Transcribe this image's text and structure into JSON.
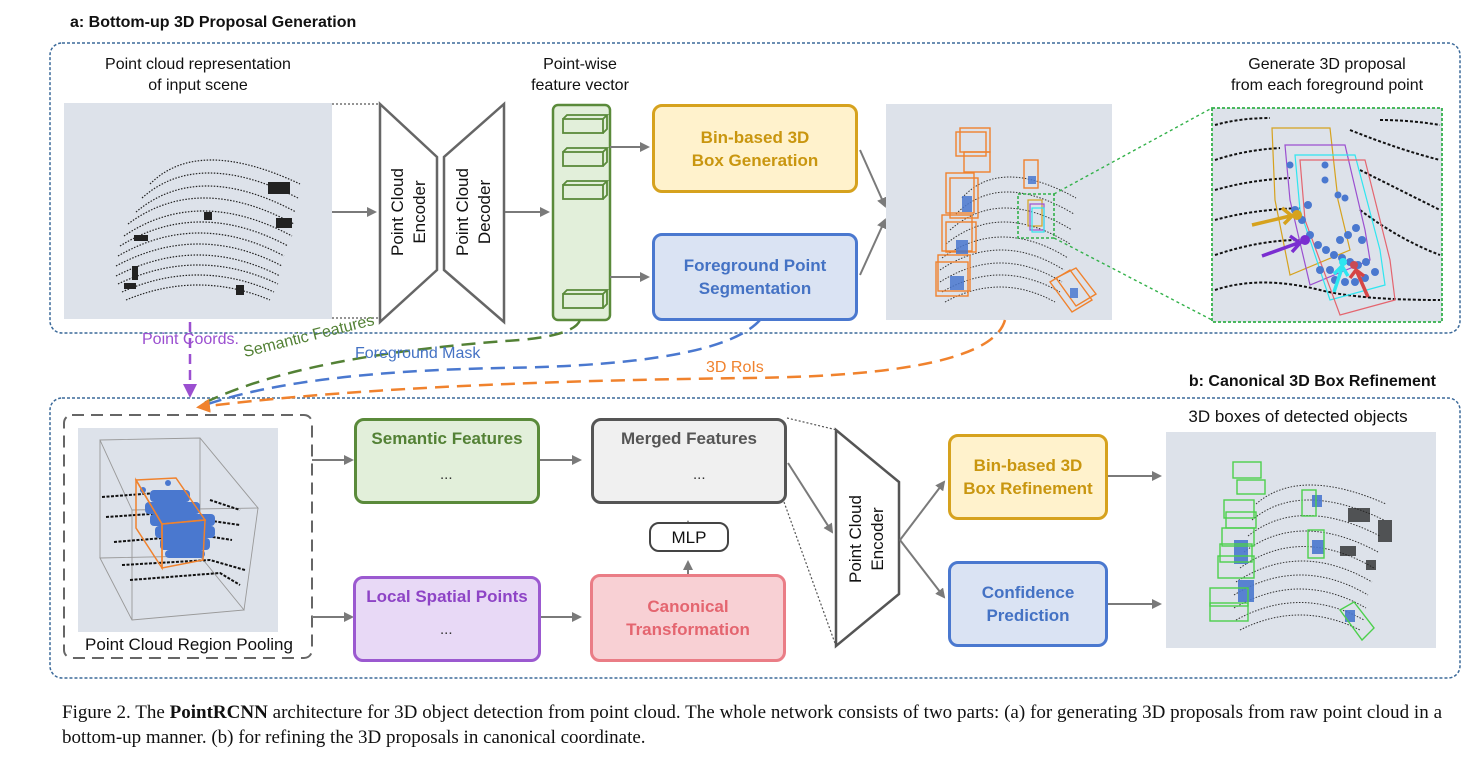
{
  "sections": {
    "a_title": "a: Bottom-up 3D Proposal Generation",
    "b_title": "b: Canonical 3D Box Refinement"
  },
  "stage_a": {
    "input_label_line1": "Point cloud representation",
    "input_label_line2": "of input scene",
    "encoder_line1": "Point Cloud",
    "encoder_line2": "Encoder",
    "decoder_line1": "Point Cloud",
    "decoder_line2": "Decoder",
    "feature_label_line1": "Point-wise",
    "feature_label_line2": "feature vector",
    "box_generation_line1": "Bin-based 3D",
    "box_generation_line2": "Box Generation",
    "segmentation_line1": "Foreground Point",
    "segmentation_line2": "Segmentation",
    "proposal_label_line1": "Generate 3D proposal",
    "proposal_label_line2": "from each foreground point"
  },
  "connectors": {
    "point_coords": "Point Coords.",
    "semantic_features": "Semantic Features",
    "foreground_mask": "Foreground Mask",
    "rois": "3D RoIs"
  },
  "stage_b": {
    "pooling_label": "Point Cloud Region Pooling",
    "semantic_features": "Semantic Features",
    "local_spatial_points": "Local Spatial Points",
    "merged_features": "Merged Features",
    "mlp": "MLP",
    "canonical_line1": "Canonical",
    "canonical_line2": "Transformation",
    "encoder_line1": "Point Cloud",
    "encoder_line2": "Encoder",
    "refinement_line1": "Bin-based 3D",
    "refinement_line2": "Box Refinement",
    "confidence_line1": "Confidence",
    "confidence_line2": "Prediction",
    "output_label": "3D boxes of detected objects",
    "ellipsis": "..."
  },
  "caption": {
    "prefix": "Figure 2. The ",
    "bold": "PointRCNN",
    "rest": " architecture for 3D object detection from point cloud.  The whole network consists of two parts: (a) for generating 3D proposals from raw point cloud in a bottom-up manner. (b) for refining the 3D proposals in canonical coordinate."
  },
  "colors": {
    "yellow": "#d6a21e",
    "blue": "#4a78cf",
    "green": "#5a8a3a",
    "purple": "#9b59d0",
    "red": "#ea7d86",
    "orange": "#f0822d",
    "box_green": "#4cd04c",
    "cyan": "#2ee6f0",
    "section_border": "#3c6a9a"
  }
}
